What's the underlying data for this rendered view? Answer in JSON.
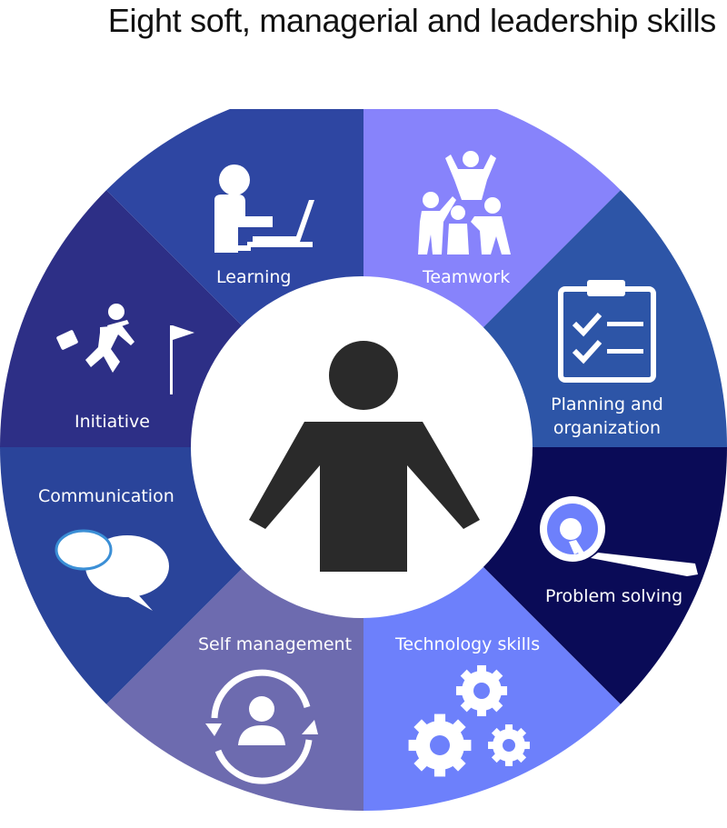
{
  "title": "Eight soft, managerial and leadership skills",
  "segments": [
    {
      "label": "Teamwork",
      "color": "#8783fb",
      "icon": "teamwork-icon"
    },
    {
      "label": "Planning and organization",
      "label_line1": "Planning and",
      "label_line2": "organization",
      "color": "#2d55a7",
      "icon": "clipboard-checklist-icon"
    },
    {
      "label": "Problem solving",
      "color": "#0a0b57",
      "icon": "magnifier-key-icon"
    },
    {
      "label": "Technology skills",
      "color": "#6d80fb",
      "icon": "gears-icon"
    },
    {
      "label": "Self management",
      "color": "#6d6baf",
      "icon": "person-cycle-icon"
    },
    {
      "label": "Communication",
      "color": "#2a449a",
      "icon": "speech-bubbles-icon"
    },
    {
      "label": "Initiative",
      "color": "#2d2f86",
      "icon": "runner-flag-icon"
    },
    {
      "label": "Learning",
      "color": "#2e46a2",
      "icon": "person-laptop-icon"
    }
  ],
  "center": {
    "icon": "person-shrug-icon",
    "fill": "#ffffff",
    "figure_color": "#2a2a2a"
  }
}
